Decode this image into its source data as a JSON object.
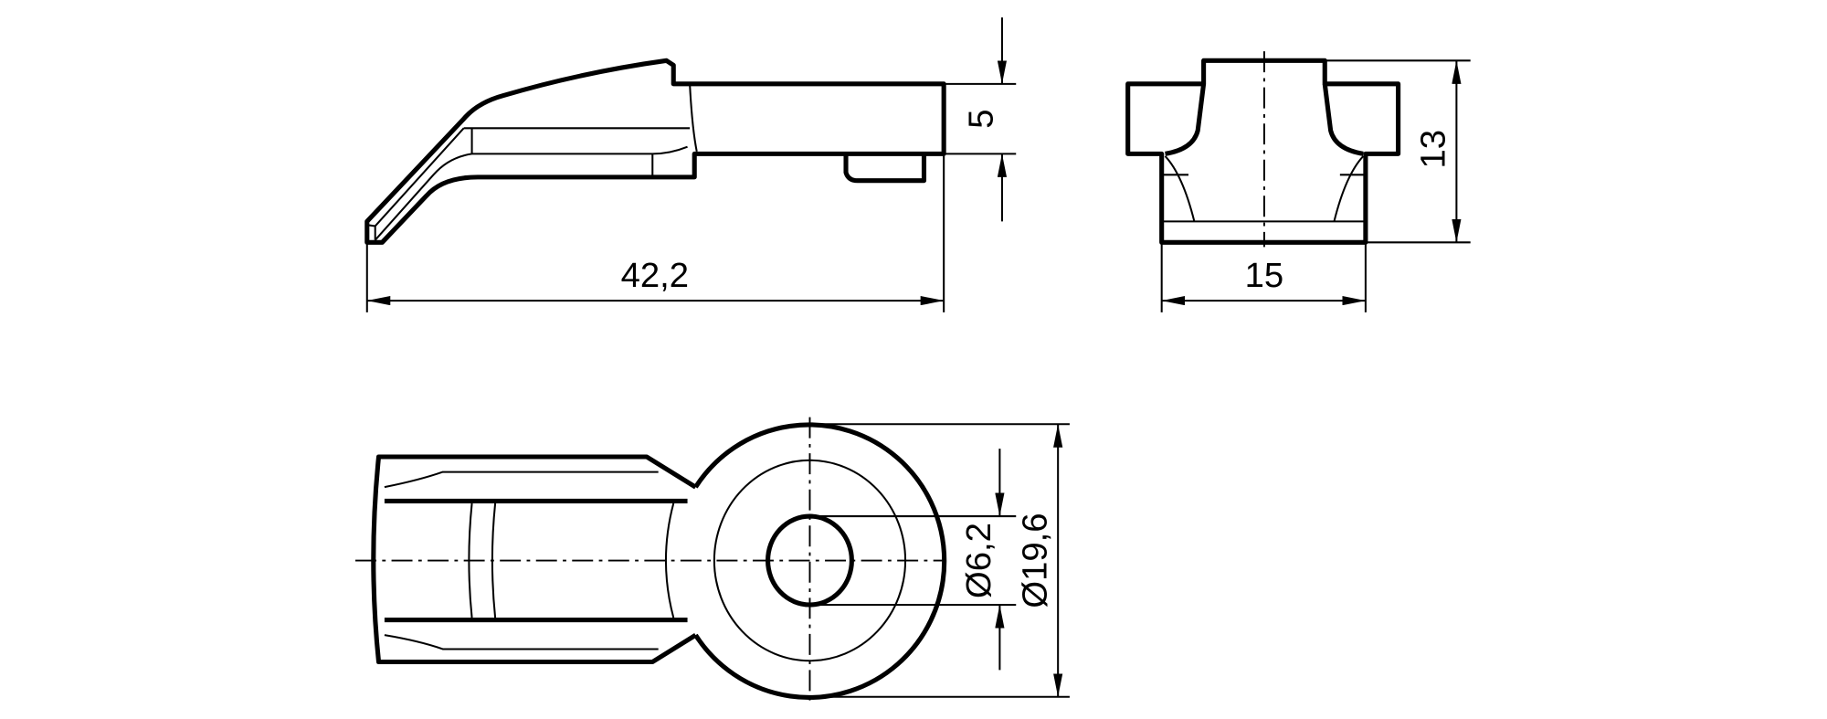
{
  "drawing": {
    "side_view": {
      "length_label": "42,2",
      "height_label": "5"
    },
    "front_view": {
      "height_label": "13",
      "width_label": "15"
    },
    "top_view": {
      "hole_diameter_label": "Ø6,2",
      "outer_diameter_label": "Ø19,6"
    }
  }
}
